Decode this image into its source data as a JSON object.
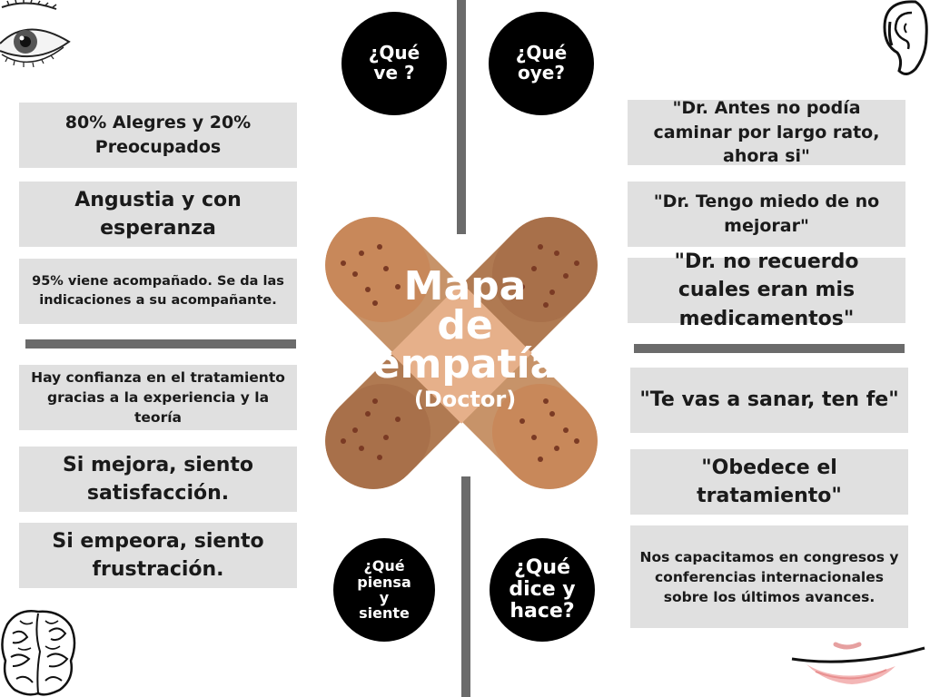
{
  "circles": {
    "sees": "¿Qué ve ?",
    "hears": "¿Qué oye?",
    "thinks_feels": "¿Qué piensa y siente",
    "says_does": "¿Qué dice y hace?"
  },
  "center": {
    "title_line1": "Mapa",
    "title_line2": "de",
    "title_line3": "empatía",
    "subtitle": "(Doctor)"
  },
  "left_top": [
    "80% Alegres y 20% Preocupados",
    "Angustia y con esperanza",
    "95% viene acompañado. Se da las indicaciones a su acompañante."
  ],
  "left_bottom": [
    "Hay confianza en el tratamiento gracias a la experiencia y la teoría",
    "Si mejora, siento satisfacción.",
    "Si empeora, siento frustración."
  ],
  "right_top": [
    "\"Dr. Antes no podía caminar por largo rato, ahora si\"",
    "\"Dr. Tengo miedo de no mejorar\"",
    "\"Dr. no recuerdo cuales eran mis medicamentos\""
  ],
  "right_bottom": [
    "\"Te vas a sanar, ten fe\"",
    "\"Obedece el tratamiento\"",
    "Nos capacitamos en congresos y conferencias internacionales sobre los últimos avances."
  ],
  "icons": {
    "top_left": "eye-icon",
    "top_right": "ear-icon",
    "bottom_left": "brain-icon",
    "bottom_right": "mouth-icon",
    "center": "bandage-cross-icon"
  }
}
